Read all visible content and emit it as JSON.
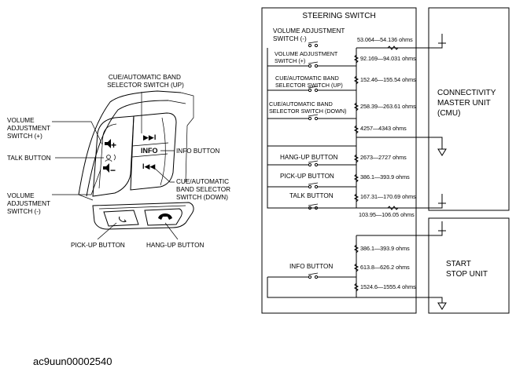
{
  "figure_code": "ac9uun00002540",
  "illustration": {
    "labels": {
      "volume_up": [
        "VOLUME",
        "ADJUSTMENT",
        "SWITCH (+)"
      ],
      "talk": "TALK BUTTON",
      "volume_down": [
        "VOLUME",
        "ADJUSTMENT",
        "SWITCH (-)"
      ],
      "cue_up": [
        "CUE/AUTOMATIC BAND",
        "SELECTOR SWITCH (UP)"
      ],
      "info": "INFO BUTTON",
      "cue_down": [
        "CUE/AUTOMATIC",
        "BAND SELECTOR",
        "SWITCH (DOWN)"
      ],
      "pickup": "PICK-UP BUTTON",
      "hangup": "HANG-UP BUTTON"
    },
    "button_text": {
      "plus": "+",
      "minus": "−",
      "info": "INFO",
      "next": "▶▶I",
      "prev": "I◀◀"
    }
  },
  "schematic": {
    "box_title": "STEERING SWITCH",
    "switches": [
      {
        "label": [
          "VOLUME ADJUSTMENT",
          "SWITCH (-)"
        ]
      },
      {
        "label": [
          "VOLUME ADJUSTMENT",
          "SWITCH (+)"
        ]
      },
      {
        "label": [
          "CUE/AUTOMATIC BAND",
          "SELECTOR SWITCH (UP)"
        ]
      },
      {
        "label": [
          "CUE/AUTOMATIC BAND",
          "SELECTOR SWITCH (DOWN)"
        ]
      },
      {
        "label": [
          "HANG-UP BUTTON"
        ]
      },
      {
        "label": [
          "PICK-UP BUTTON"
        ]
      },
      {
        "label": [
          "TALK BUTTON"
        ]
      },
      {
        "label": [
          "INFO BUTTON"
        ]
      }
    ],
    "resistors": [
      "53.064—54.136 ohms",
      "92.169—94.031 ohms",
      "152.46—155.54 ohms",
      "258.39—263.61 ohms",
      "4257—4343 ohms",
      "2673—2727 ohms",
      "386.1—393.9 ohms",
      "167.31—170.69 ohms",
      "103.95—106.05 ohms",
      "386.1—393.9 ohms",
      "613.8—626.2 ohms",
      "1524.6—1555.4 ohms"
    ],
    "units": [
      {
        "label": [
          "CONNECTIVITY",
          "MASTER UNIT",
          "(CMU)"
        ]
      },
      {
        "label": [
          "START",
          "STOP UNIT"
        ]
      }
    ]
  }
}
